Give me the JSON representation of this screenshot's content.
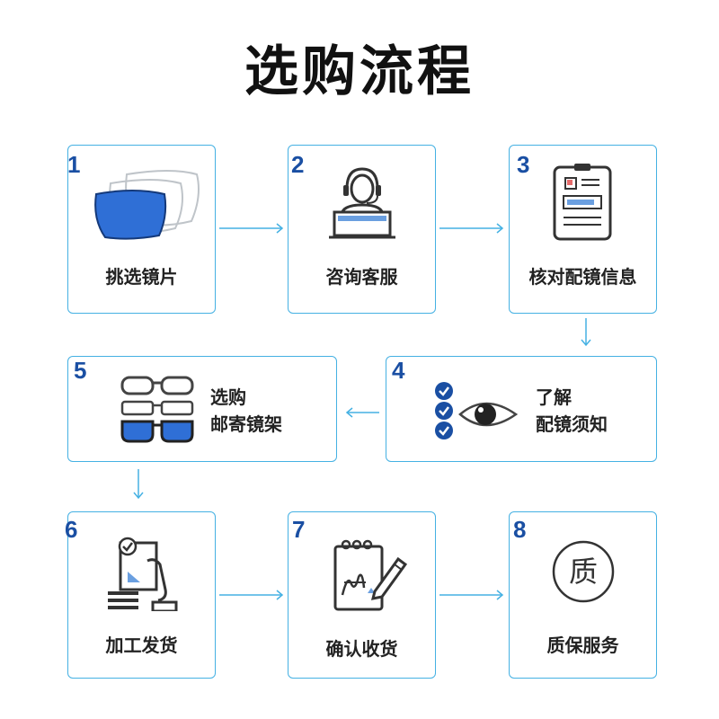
{
  "title": "选购流程",
  "colors": {
    "accent": "#45b1e3",
    "number": "#1a4fa3",
    "lens_blue": "#2f6fd6"
  },
  "steps": [
    {
      "num": "1",
      "label": "挑选镜片",
      "icon": "lens-icon"
    },
    {
      "num": "2",
      "label": "咨询客服",
      "icon": "headset-agent-icon"
    },
    {
      "num": "3",
      "label": "核对配镜信息",
      "icon": "clipboard-form-icon"
    },
    {
      "num": "4",
      "label_line1": "了解",
      "label_line2": "配镜须知",
      "icon": "eye-checklist-icon"
    },
    {
      "num": "5",
      "label_line1": "选购",
      "label_line2": "邮寄镜架",
      "icon": "glasses-frames-icon"
    },
    {
      "num": "6",
      "label": "加工发货",
      "icon": "document-hand-icon"
    },
    {
      "num": "7",
      "label": "确认收货",
      "icon": "notepad-signature-icon"
    },
    {
      "num": "8",
      "label": "质保服务",
      "icon": "quality-seal-icon",
      "seal_char": "质"
    }
  ]
}
